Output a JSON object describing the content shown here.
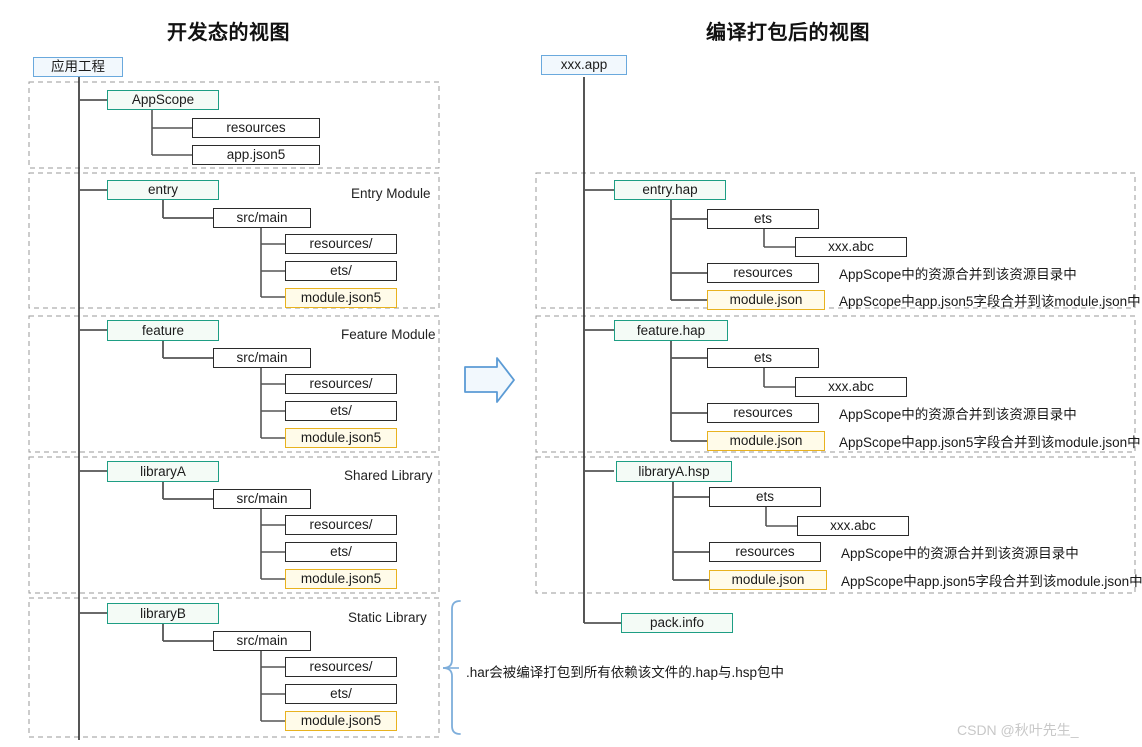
{
  "titles": {
    "left": "开发态的视图",
    "right": "编译打包后的视图"
  },
  "left_tree": {
    "root": {
      "label": "应用工程",
      "style": "blue"
    },
    "panels": [
      {
        "name": "appscope-panel",
        "label": "",
        "nodes": [
          {
            "label": "AppScope",
            "style": "green"
          },
          {
            "label": "resources",
            "style": "white"
          },
          {
            "label": "app.json5",
            "style": "white"
          }
        ]
      },
      {
        "name": "entry-panel",
        "label": "Entry Module",
        "nodes": [
          {
            "label": "entry",
            "style": "green"
          },
          {
            "label": "src/main",
            "style": "white"
          },
          {
            "label": "resources/",
            "style": "white"
          },
          {
            "label": "ets/",
            "style": "white"
          },
          {
            "label": "module.json5",
            "style": "yellow"
          }
        ]
      },
      {
        "name": "feature-panel",
        "label": "Feature Module",
        "nodes": [
          {
            "label": "feature",
            "style": "green"
          },
          {
            "label": "src/main",
            "style": "white"
          },
          {
            "label": "resources/",
            "style": "white"
          },
          {
            "label": "ets/",
            "style": "white"
          },
          {
            "label": "module.json5",
            "style": "yellow"
          }
        ]
      },
      {
        "name": "librarya-panel",
        "label": "Shared Library",
        "nodes": [
          {
            "label": "libraryA",
            "style": "green"
          },
          {
            "label": "src/main",
            "style": "white"
          },
          {
            "label": "resources/",
            "style": "white"
          },
          {
            "label": "ets/",
            "style": "white"
          },
          {
            "label": "module.json5",
            "style": "yellow"
          }
        ]
      },
      {
        "name": "libraryb-panel",
        "label": "Static Library",
        "nodes": [
          {
            "label": "libraryB",
            "style": "green"
          },
          {
            "label": "src/main",
            "style": "white"
          },
          {
            "label": "resources/",
            "style": "white"
          },
          {
            "label": "ets/",
            "style": "white"
          },
          {
            "label": "module.json5",
            "style": "yellow"
          }
        ]
      }
    ]
  },
  "right_tree": {
    "root": {
      "label": "xxx.app",
      "style": "blue"
    },
    "panels": [
      {
        "name": "entry-hap-panel",
        "nodes": [
          {
            "label": "entry.hap",
            "style": "green"
          },
          {
            "label": "ets",
            "style": "white"
          },
          {
            "label": "xxx.abc",
            "style": "white"
          },
          {
            "label": "resources",
            "style": "white"
          },
          {
            "label": "module.json",
            "style": "yellow"
          }
        ],
        "notes": [
          "AppScope中的资源合并到该资源目录中",
          "AppScope中app.json5字段合并到该module.json中"
        ]
      },
      {
        "name": "feature-hap-panel",
        "nodes": [
          {
            "label": "feature.hap",
            "style": "green"
          },
          {
            "label": "ets",
            "style": "white"
          },
          {
            "label": "xxx.abc",
            "style": "white"
          },
          {
            "label": "resources",
            "style": "white"
          },
          {
            "label": "module.json",
            "style": "yellow"
          }
        ],
        "notes": [
          "AppScope中的资源合并到该资源目录中",
          "AppScope中app.json5字段合并到该module.json中"
        ]
      },
      {
        "name": "librarya-hsp-panel",
        "nodes": [
          {
            "label": "libraryA.hsp",
            "style": "green"
          },
          {
            "label": "ets",
            "style": "white"
          },
          {
            "label": "xxx.abc",
            "style": "white"
          },
          {
            "label": "resources",
            "style": "white"
          },
          {
            "label": "module.json",
            "style": "yellow"
          }
        ],
        "notes": [
          "AppScope中的资源合并到该资源目录中",
          "AppScope中app.json5字段合并到该module.json中"
        ]
      }
    ],
    "pack_info": {
      "label": "pack.info",
      "style": "green"
    }
  },
  "annotations": {
    "har_note": ".har会被编译打包到所有依赖该文件的.hap与.hsp包中"
  },
  "watermark": "CSDN @秋叶先生_",
  "colors": {
    "blue_border": "#6aa9dd",
    "blue_fill": "#f2f8fd",
    "green_border": "#1e9e84",
    "green_fill": "#f4fbf6",
    "yellow_border": "#e8b21f",
    "yellow_fill": "#fffbe9",
    "connector": "#555555",
    "dashed": "#9a9a9a",
    "arrow": "#5b9bd5"
  }
}
